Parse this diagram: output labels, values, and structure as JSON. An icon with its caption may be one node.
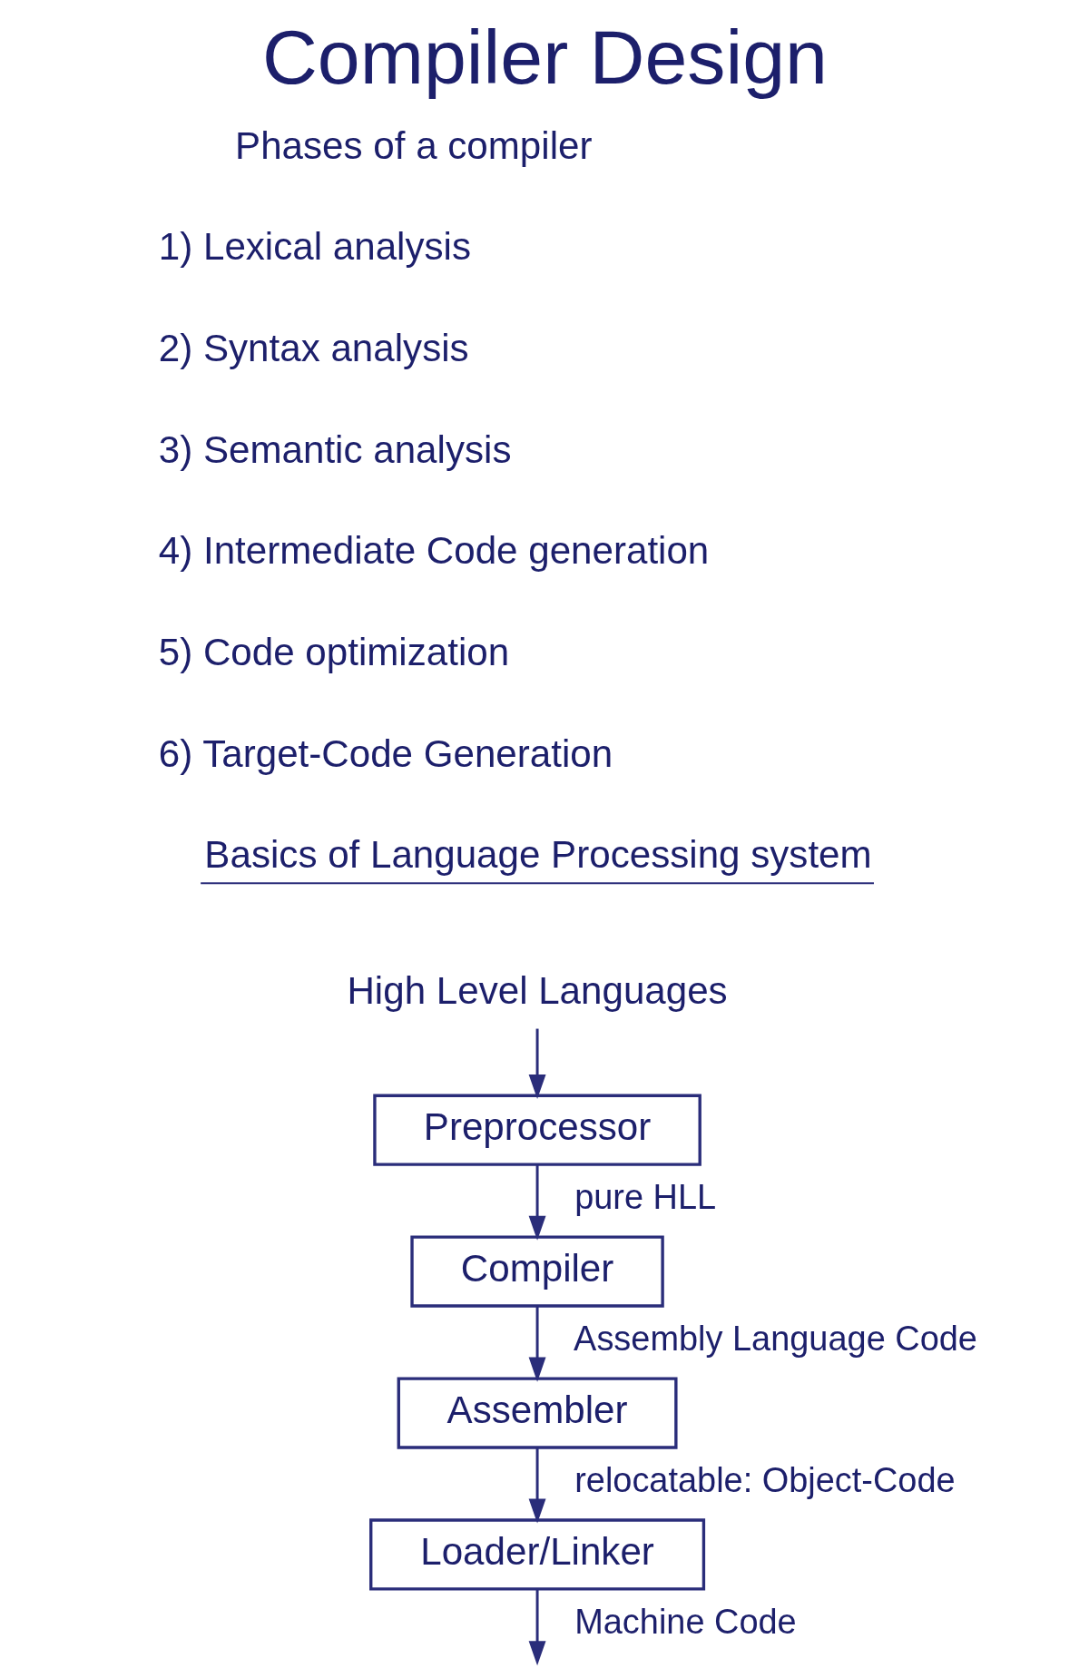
{
  "diagram": {
    "title": "Compiler Design",
    "nodes": [
      {
        "text": [
          "High Level Languages"
        ]
      },
      {
        "text": [
          "Preprocessor"
        ]
      },
      {
        "text": [
          "Compiler"
        ]
      },
      {
        "text": [
          "Assembler"
        ]
      },
      {
        "text": [
          "Loader/Linker"
        ]
      }
    ],
    "edges": [
      {
        "from": 0,
        "to": 1,
        "arrow": "to"
      },
      {
        "from": 1,
        "to": 2,
        "arrow": "to",
        "label": "pure HLL"
      },
      {
        "from": 2,
        "to": 3,
        "arrow": "to",
        "label": "Assembly Language Code"
      },
      {
        "from": 3,
        "to": 4,
        "arrow": "to",
        "label": "relocatable: Object-Code"
      },
      {
        "from": 4,
        "to": null,
        "arrow": "to",
        "label": "Machine Code"
      }
    ],
    "labels": [
      "Phases of a compiler",
      "1) Lexical analysis",
      "2) Syntax analysis",
      "3) Semantic analysis",
      "4) Intermediate Code generation",
      "5) Code optimization",
      "6) Target-Code Generation",
      "Basics of Language Processing system"
    ]
  }
}
